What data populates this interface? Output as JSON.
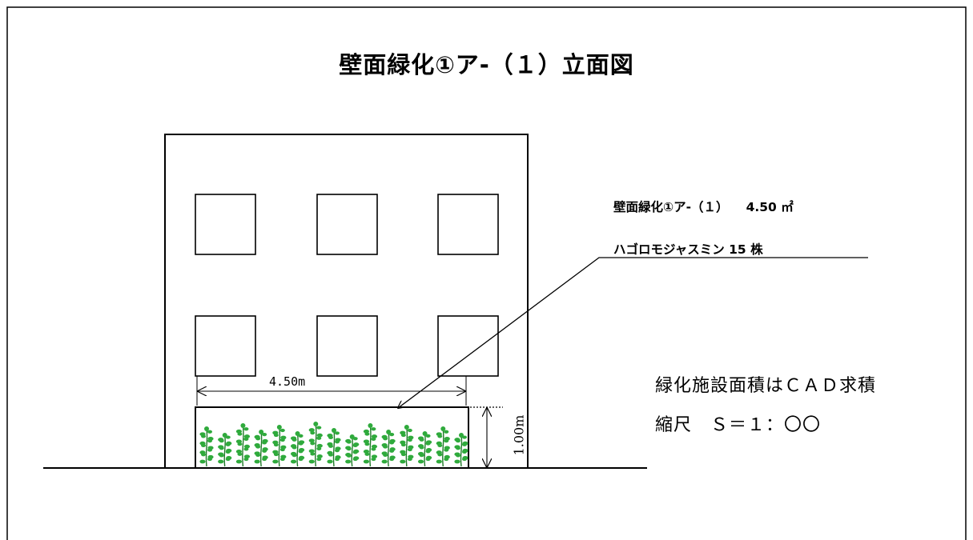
{
  "title": "壁面緑化①ア-（１）立面図",
  "callout": {
    "line1_name": "壁面緑化①ア-（１）",
    "line1_area": "4.50 ㎡",
    "line2": "ハゴロモジャスミン 15 株"
  },
  "dimensions": {
    "width": "4.50m",
    "height": "1.00m"
  },
  "info": {
    "area_note": "緑化施設面積はＣＡＤ求積",
    "scale": "縮尺　Ｓ＝１：〇〇"
  },
  "diagram": {
    "windows": 6,
    "plants": 15,
    "colors": {
      "line": "#000000",
      "plant_leaf": "#2faa3c",
      "plant_stem": "#1f7a28",
      "background": "#ffffff"
    },
    "icons": [
      "plant-icon"
    ]
  }
}
